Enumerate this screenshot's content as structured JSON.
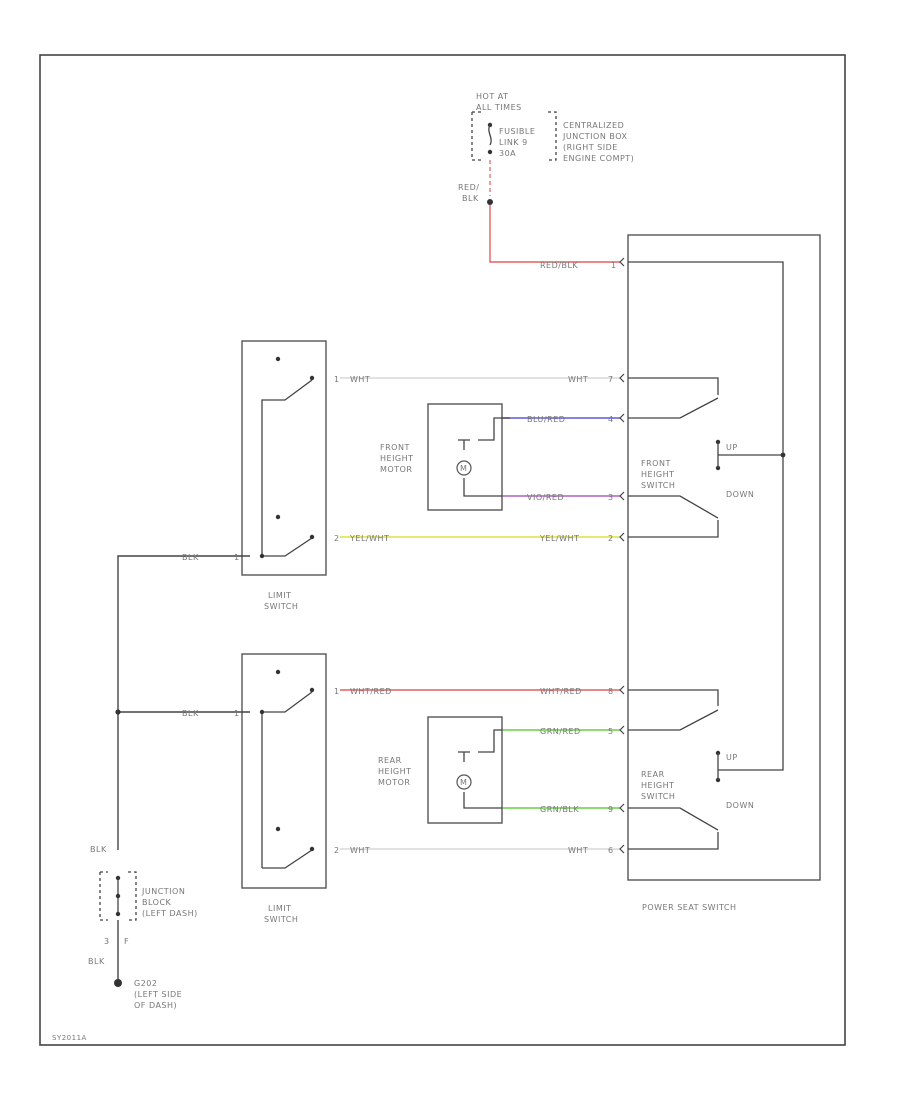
{
  "fuse": {
    "hot_line1": "HOT AT",
    "hot_line2": "ALL TIMES",
    "link_line1": "FUSIBLE",
    "link_line2": "LINK 9",
    "link_line3": "30A",
    "cjb_line1": "CENTRALIZED",
    "cjb_line2": "JUNCTION BOX",
    "cjb_line3": "(RIGHT SIDE",
    "cjb_line4": "ENGINE COMPT)"
  },
  "wires": {
    "red_blk_top_line1": "RED/",
    "red_blk_top_line2": "BLK",
    "red_blk": "RED/BLK",
    "wht": "WHT",
    "blu_red": "BLU/RED",
    "vio_red": "VIO/RED",
    "yel_wht": "YEL/WHT",
    "wht_red": "WHT/RED",
    "grn_red": "GRN/RED",
    "grn_blk": "GRN/BLK",
    "blk": "BLK"
  },
  "pins": {
    "lim1_a": "1",
    "lim1_b": "2",
    "lim2_a": "1",
    "lim2_b": "2",
    "psw_1": "1",
    "psw_7": "7",
    "psw_4": "4",
    "psw_3": "3",
    "psw_2": "2",
    "psw_8": "8",
    "psw_5": "5",
    "psw_9": "9",
    "psw_6": "6",
    "jb_a": "3",
    "jb_b": "F"
  },
  "components": {
    "front_motor_line1": "FRONT",
    "front_motor_line2": "HEIGHT",
    "front_motor_line3": "MOTOR",
    "rear_motor_line1": "REAR",
    "rear_motor_line2": "HEIGHT",
    "rear_motor_line3": "MOTOR",
    "front_switch_line1": "FRONT",
    "front_switch_line2": "HEIGHT",
    "front_switch_line3": "SWITCH",
    "rear_switch_line1": "REAR",
    "rear_switch_line2": "HEIGHT",
    "rear_switch_line3": "SWITCH",
    "up": "UP",
    "down": "DOWN",
    "motor_symbol": "M",
    "limit1_line1": "LIMIT",
    "limit1_line2": "SWITCH",
    "limit2_line1": "LIMIT",
    "limit2_line2": "SWITCH",
    "power_seat_switch": "POWER SEAT SWITCH",
    "jb_line1": "JUNCTION",
    "jb_line2": "BLOCK",
    "jb_line3": "(LEFT DASH)",
    "ground_line1": "G202",
    "ground_line2": "(LEFT SIDE",
    "ground_line3": "OF DASH)"
  },
  "footer": {
    "code": "SY2011A"
  },
  "colors": {
    "red": "#e06060",
    "white": "#d9d9d9",
    "blue": "#5a5ae0",
    "violet": "#b060c0",
    "yellow": "#e0e040",
    "green": "#66d040",
    "black": "#444444"
  }
}
